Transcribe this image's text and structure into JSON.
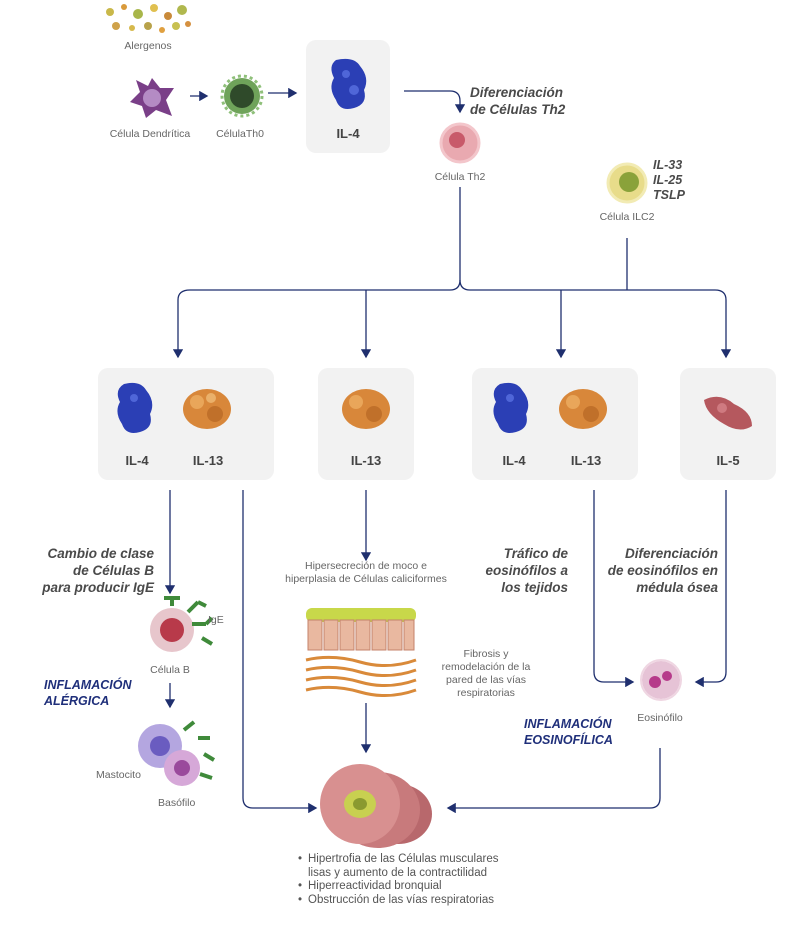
{
  "top": {
    "allergens": "Alergenos",
    "dendritic": "Célula Dendrítica",
    "th0": "CélulaTh0",
    "il4": "IL-4",
    "diff_th2_1": "Diferenciación",
    "diff_th2_2": "de Células Th2",
    "th2": "Célula Th2",
    "ilc2_cytokines": [
      "IL-33",
      "IL-25",
      "TSLP"
    ],
    "ilc2": "Célula ILC2"
  },
  "boxes": {
    "box1_a": "IL-4",
    "box1_b": "IL-13",
    "box2": "IL-13",
    "box3_a": "IL-4",
    "box3_b": "IL-13",
    "box4": "IL-5"
  },
  "effects": {
    "class_switch": [
      "Cambio de clase",
      "de Células B",
      "para producir IgE"
    ],
    "ige": "IgE",
    "b_cell": "Célula B",
    "allergic_inflammation": [
      "INFLAMACIÓN",
      "ALÉRGICA"
    ],
    "mast_cell": "Mastocito",
    "basophil": "Basófilo",
    "mucus": [
      "Hipersecreción de moco e",
      "hiperplasia de Células caliciformes"
    ],
    "fibrosis": [
      "Fibrosis y",
      "remodelación de la",
      "pared de las vías",
      "respiratorias"
    ],
    "eos_traffic": [
      "Tráfico de",
      "eosinófilos a",
      "los tejidos"
    ],
    "eos_diff": [
      "Diferenciación",
      "de eosinófilos en",
      "médula ósea"
    ],
    "eosinophil": "Eosinófilo",
    "eos_inflammation": [
      "INFLAMACIÓN",
      "EOSINOFÍLICA"
    ]
  },
  "outcomes": [
    "Hipertrofia de las Células musculares",
    "lisas y aumento de la contractilidad",
    "Hiperreactividad bronquial",
    "Obstrucción de las vías respiratorias"
  ],
  "colors": {
    "arrow": "#1f2f6e",
    "box": "#f2f2f2",
    "il4": "#2b3fb5",
    "il13": "#d8873a",
    "il5": "#b5585e",
    "accent_blue": "#1f2f7a"
  }
}
